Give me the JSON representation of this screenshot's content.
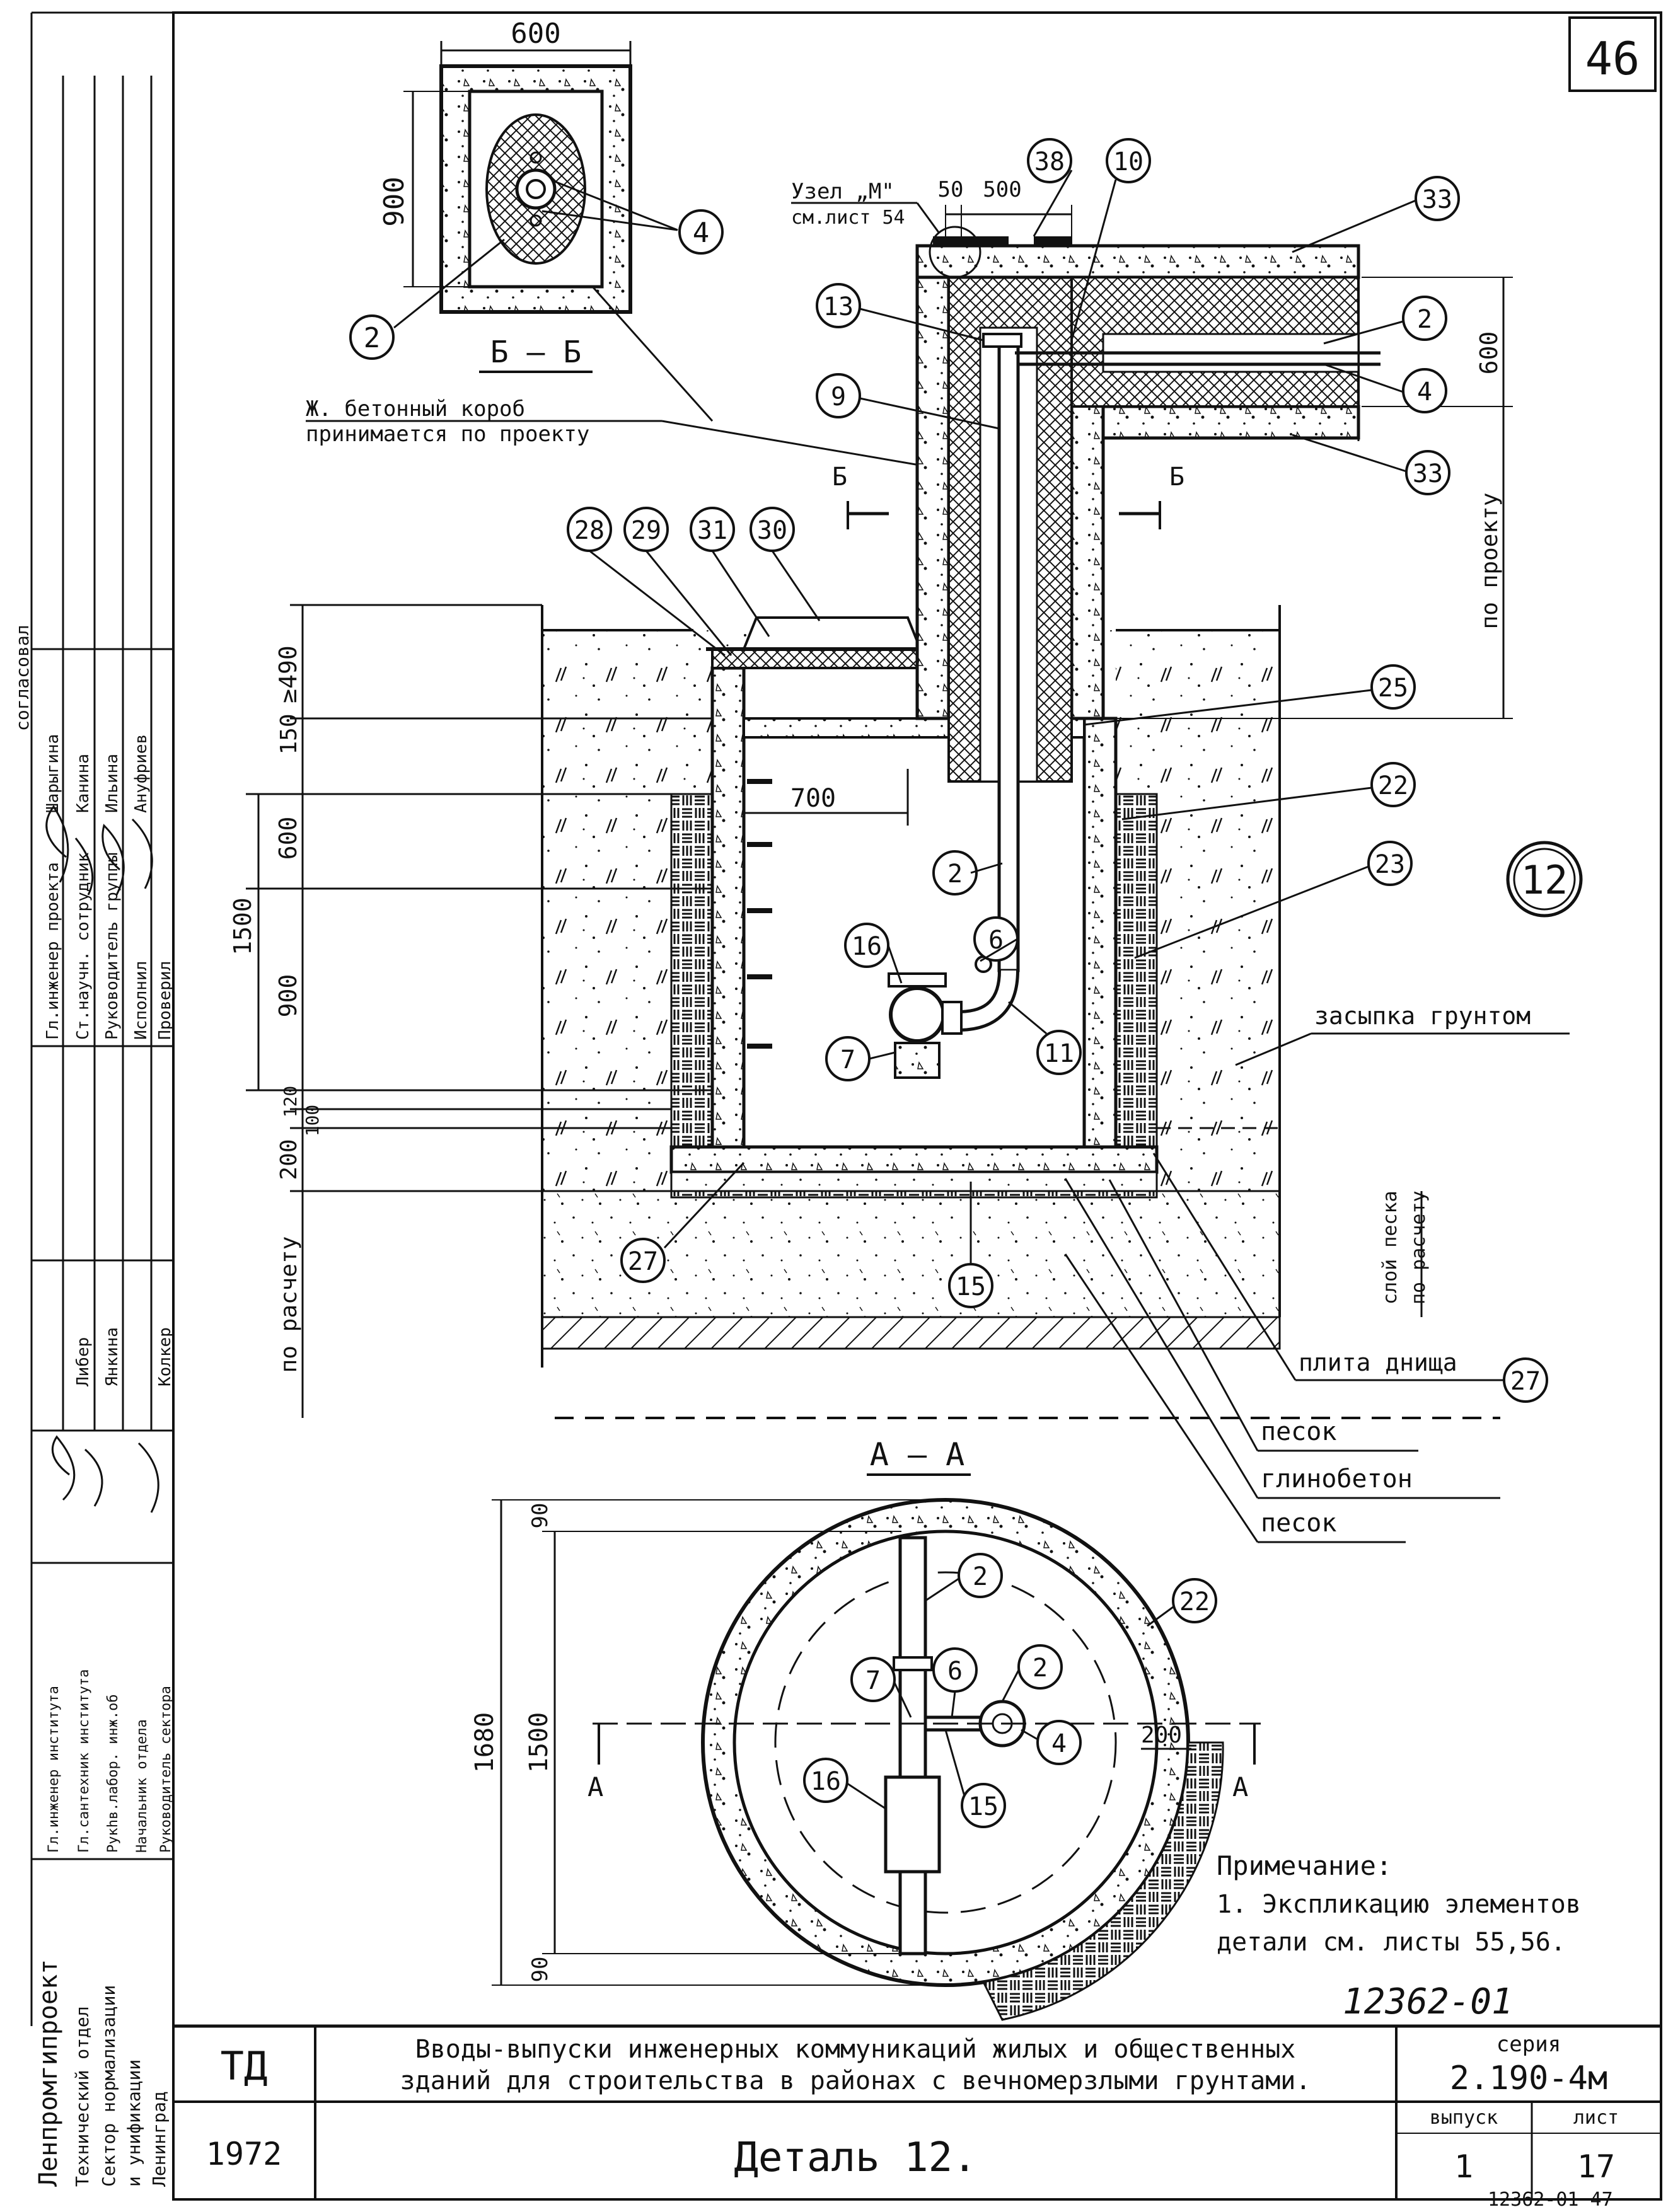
{
  "sheet_number": "46",
  "section_bb": {
    "title": "Б — Б",
    "dim_width": "600",
    "dim_height": "900",
    "callouts": [
      "2",
      "4"
    ],
    "box_note_line1": "Ж. бетонный короб",
    "box_note_line2": "принимается по проекту"
  },
  "elevation": {
    "node_ref_line1": "Узел „М\"",
    "node_ref_line2": "см.лист 54",
    "dim_top": [
      "50",
      "500"
    ],
    "callouts_top": [
      "38",
      "10",
      "33",
      "13",
      "2",
      "9",
      "4",
      "33",
      "28",
      "29",
      "31",
      "30",
      "25",
      "22",
      "2",
      "23",
      "16",
      "6",
      "7",
      "11",
      "27",
      "15"
    ],
    "cut_label_left": "Б",
    "cut_label_right": "Б",
    "dim_vertical_left": [
      "≥490",
      "150",
      "600",
      "1500",
      "900",
      "120",
      "100",
      "200",
      "по расчету"
    ],
    "dim_inner_width": "700",
    "dim_right_600": "600",
    "dim_right_note": "по проекту",
    "detail_number": "12",
    "backfill_label": "засыпка грунтом",
    "sand_layer_line1": "слой песка",
    "sand_layer_line2": "по расчету",
    "leader_labels": [
      "плита днища",
      "песок",
      "глинобетон",
      "песок"
    ],
    "leader_callout": "27"
  },
  "section_aa": {
    "title": "А — А",
    "cut_left": "А",
    "cut_right": "А",
    "dims": [
      "90",
      "1680",
      "1500",
      "90",
      "200"
    ],
    "callouts": [
      "2",
      "22",
      "7",
      "6",
      "2",
      "4",
      "16",
      "15"
    ]
  },
  "note": {
    "title": "Примечание:",
    "line1": "1. Экспликацию элементов",
    "line2": "детали см. листы 55,56."
  },
  "handwritten_code": "12362-01",
  "bottom_code": "12362-01  47",
  "title_block": {
    "left_top": "ТД",
    "left_bottom": "1972",
    "title_line1": "Вводы-выпуски инженерных коммуникаций жилых и общественных",
    "title_line2": "зданий для строительства в районах с вечномерзлыми грунтами.",
    "detail": "Деталь 12.",
    "series_label": "серия",
    "series_value": "2.190-4м",
    "issue_label": "выпуск",
    "issue_value": "1",
    "sheet_label": "лист",
    "sheet_value": "17"
  },
  "side_stamp": {
    "agreed": "согласовал",
    "roles": [
      "Гл.инженер проекта",
      "Ст.научн. сотрудник",
      "Руководитель группы",
      "Исполнил",
      "Проверил"
    ],
    "names_right": [
      "Ануфриев",
      "Ильина",
      "Канина",
      "Шарыгина"
    ],
    "names_mid": [
      "Либер",
      "Янкина",
      "Колкер"
    ],
    "institute_roles": [
      "Гл.инженер института",
      "Гл.сантехник института",
      "Рукhв.лабор. инж.об",
      "Начальник отдела",
      "Руководитель сектора"
    ],
    "org_line1": "Ленпромгипроект",
    "org_line2": "Технический отдел",
    "org_line3": "Сектор нормализации",
    "org_line4": "и унификации",
    "org_line5": "Ленинград"
  }
}
